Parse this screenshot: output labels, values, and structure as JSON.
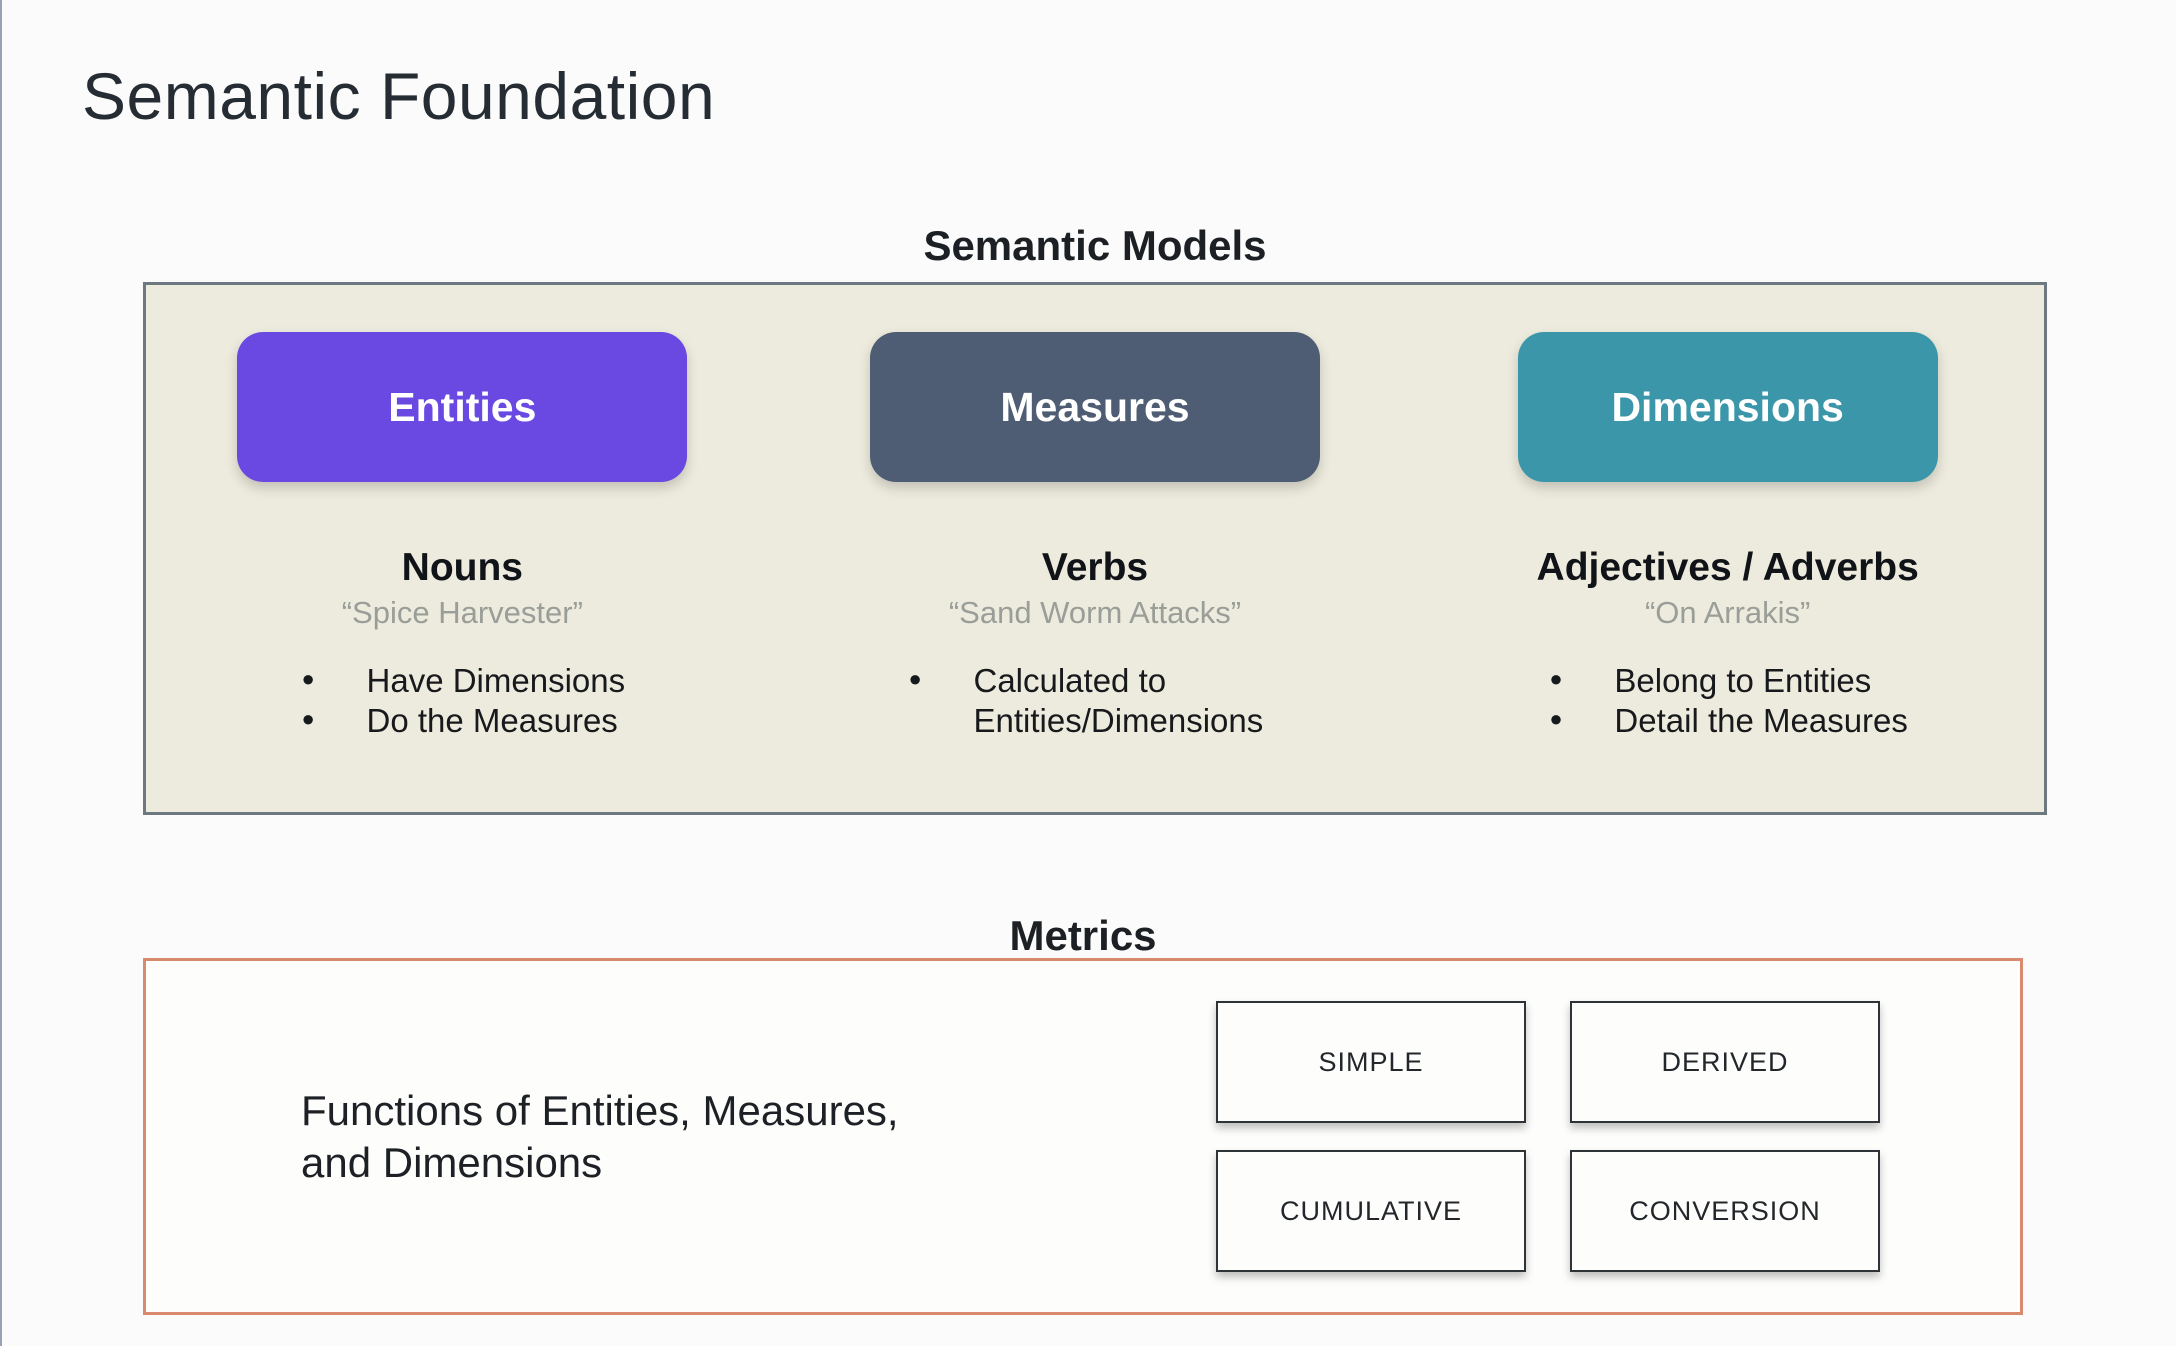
{
  "page": {
    "title": "Semantic Foundation",
    "background_color": "#fafbfa"
  },
  "semantic_models": {
    "heading": "Semantic Models",
    "box_bg": "#edebdd",
    "box_border": "#6e7880",
    "columns": [
      {
        "pill_label": "Entities",
        "pill_color": "#6a49e2",
        "subtitle": "Nouns",
        "quote": "“Spice Harvester”",
        "bullets": [
          "Have Dimensions",
          "Do the Measures"
        ]
      },
      {
        "pill_label": "Measures",
        "pill_color": "#4e5d73",
        "subtitle": "Verbs",
        "quote": "“Sand Worm Attacks”",
        "bullets": [
          "Calculated to Entities/Dimensions"
        ]
      },
      {
        "pill_label": "Dimensions",
        "pill_color": "#3b96a9",
        "subtitle": "Adjectives / Adverbs",
        "quote": "“On Arrakis”",
        "bullets": [
          "Belong to Entities",
          "Detail the Measures"
        ]
      }
    ]
  },
  "metrics": {
    "heading": "Metrics",
    "box_border": "#d98a6e",
    "description_line1": "Functions of Entities, Measures,",
    "description_line2": "and Dimensions",
    "types": [
      "SIMPLE",
      "DERIVED",
      "CUMULATIVE",
      "CONVERSION"
    ]
  }
}
